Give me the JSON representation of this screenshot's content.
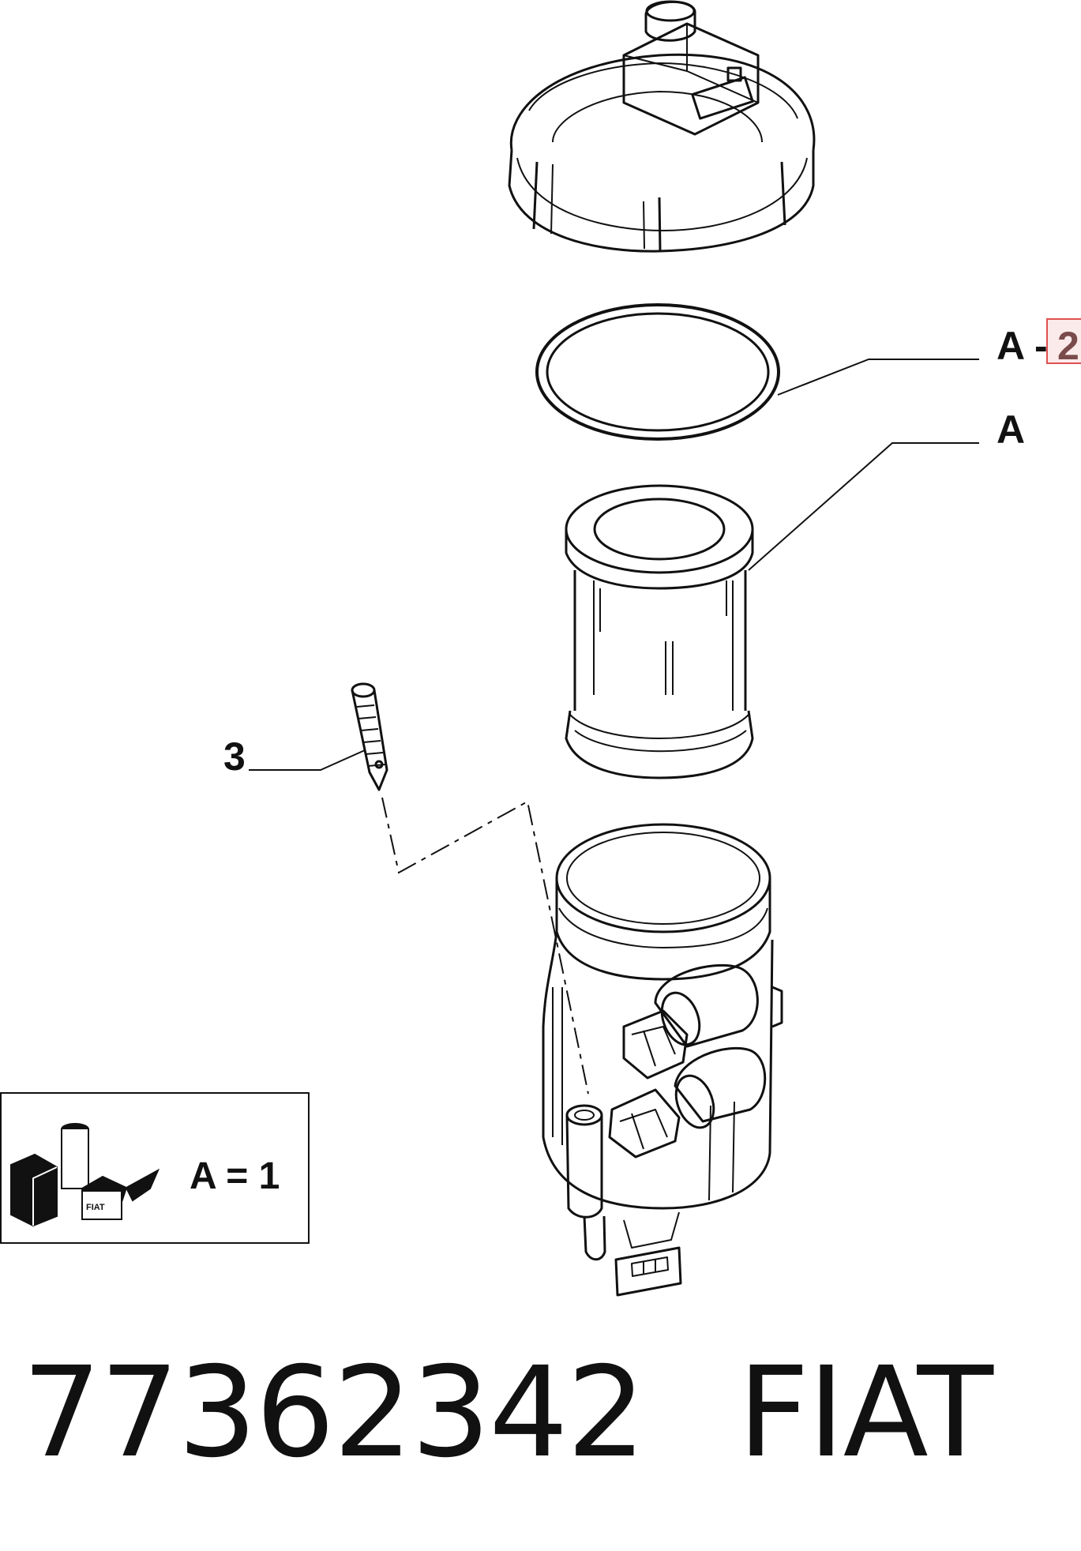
{
  "callouts": {
    "seal": {
      "letter": "A",
      "separator": "-",
      "number": "2"
    },
    "filter": {
      "letter": "A"
    },
    "plug": {
      "number": "3"
    }
  },
  "kit_box": {
    "label": "A = 1",
    "icon": "parts-kit-icon",
    "mini_brand": "FIAT"
  },
  "footer": {
    "part_number": "77362342",
    "brand": "FIAT"
  },
  "colors": {
    "line": "#111111",
    "highlight_border": "#e05050",
    "highlight_fill": "#fbeaea"
  }
}
